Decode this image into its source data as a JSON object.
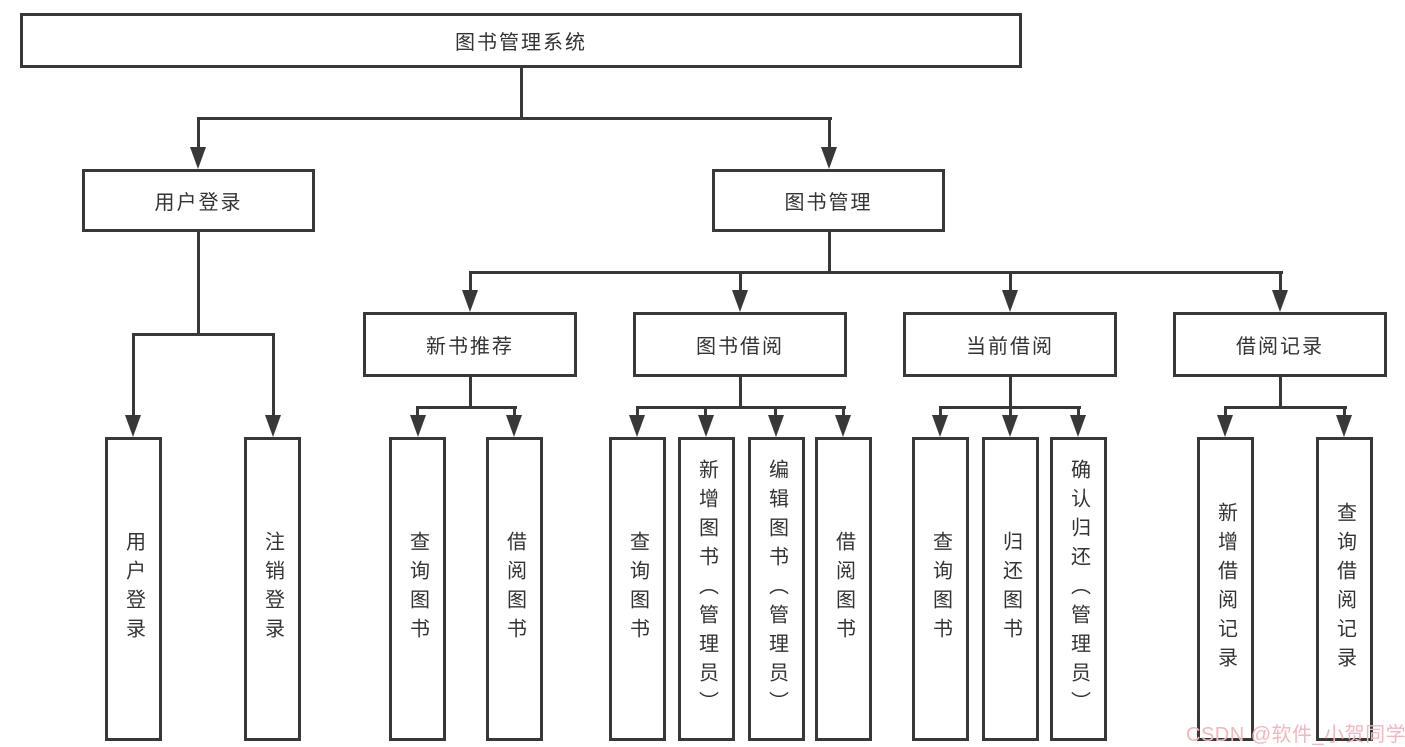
{
  "colors": {
    "line": "#383838",
    "box_border": "#383838",
    "text": "#333333",
    "watermark": "#f2b6bf",
    "background": "#ffffff"
  },
  "nodes": {
    "system": "图书管理系统",
    "user_login": "用户登录",
    "book_management": "图书管理",
    "new_book_recommend": "新书推荐",
    "book_borrowing": "图书借阅",
    "current_borrowing": "当前借阅",
    "borrowing_records": "借阅记录",
    "leaf_user_login": "用户登录",
    "leaf_logout_login": "注销登录",
    "leaf_query_books_recommend": "查询图书",
    "leaf_borrow_books_recommend": "借阅图书",
    "leaf_query_books_borrowing": "查询图书",
    "leaf_add_books_admin": "新增图书（管理员）",
    "leaf_edit_books_admin": "编辑图书（管理员）",
    "leaf_borrow_books_borrowing": "借阅图书",
    "leaf_query_books_current": "查询图书",
    "leaf_return_books": "归还图书",
    "leaf_confirm_return_admin": "确认归还（管理员）",
    "leaf_add_borrow_record": "新增借阅记录",
    "leaf_query_borrow_record": "查询借阅记录"
  },
  "hierarchy": {
    "system": [
      "user_login",
      "book_management"
    ],
    "user_login": [
      "leaf_user_login",
      "leaf_logout_login"
    ],
    "book_management": [
      "new_book_recommend",
      "book_borrowing",
      "current_borrowing",
      "borrowing_records"
    ],
    "new_book_recommend": [
      "leaf_query_books_recommend",
      "leaf_borrow_books_recommend"
    ],
    "book_borrowing": [
      "leaf_query_books_borrowing",
      "leaf_add_books_admin",
      "leaf_edit_books_admin",
      "leaf_borrow_books_borrowing"
    ],
    "current_borrowing": [
      "leaf_query_books_current",
      "leaf_return_books",
      "leaf_confirm_return_admin"
    ],
    "borrowing_records": [
      "leaf_add_borrow_record",
      "leaf_query_borrow_record"
    ]
  },
  "watermark": {
    "text": "CSDN @软件_小贺同学"
  }
}
